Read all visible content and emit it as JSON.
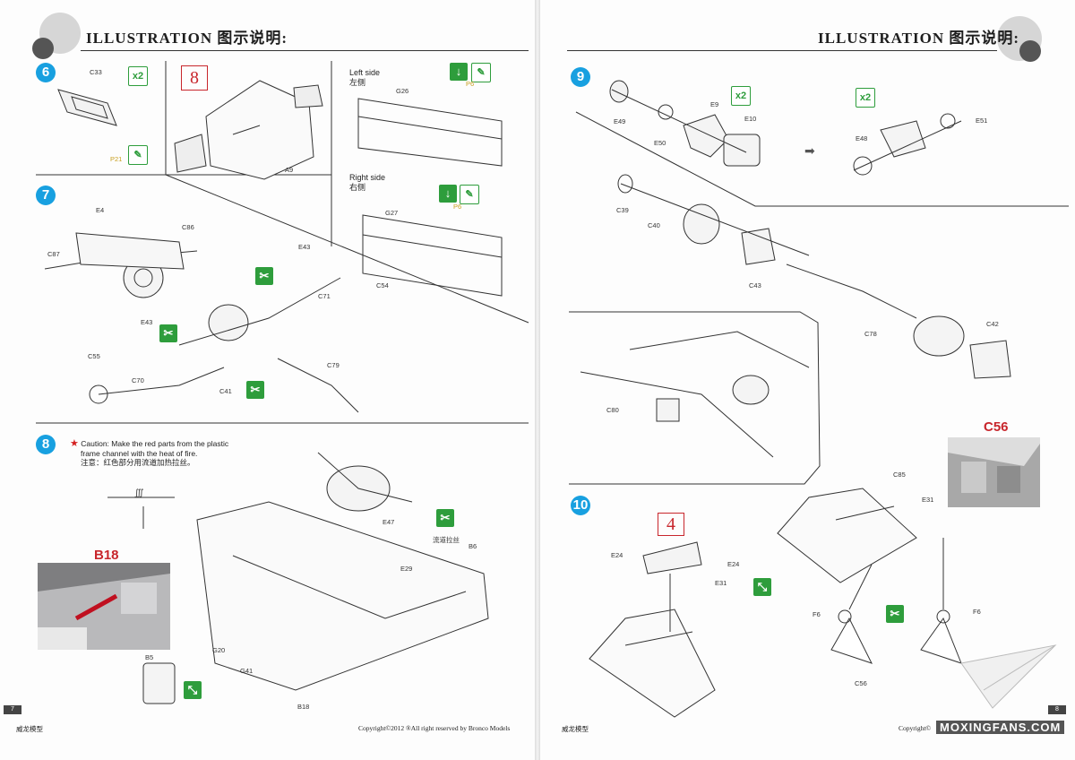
{
  "header": {
    "title": "ILLUSTRATION 图示说明:"
  },
  "steps": {
    "s6": "6",
    "s7": "7",
    "s8": "8",
    "s9": "9",
    "s10": "10"
  },
  "boxes": {
    "box8": "8",
    "box4": "4"
  },
  "tags": {
    "x2": "x2"
  },
  "sides": {
    "left_en": "Left side",
    "left_cn": "左侧",
    "right_en": "Right  side",
    "right_cn": "右侧"
  },
  "caution": {
    "line1": "Caution: Make the red parts from the plastic",
    "line2": "frame channel with the heat of fire.",
    "line3": "注意：红色部分用流道加热拉丝。"
  },
  "photo_labels": {
    "b18": "B18",
    "c56": "C56"
  },
  "flow_label": "流道拉丝",
  "parts_left": {
    "c33": "C33",
    "p21": "P21",
    "a9": "A9",
    "g26": "G26",
    "p6a": "P6",
    "g27": "G27",
    "p6b": "P6",
    "e4": "E4",
    "c86": "C86",
    "c87": "C87",
    "e43a": "E43",
    "c71": "C71",
    "c54": "C54",
    "e43b": "E43",
    "c55": "C55",
    "c70": "C70",
    "c41": "C41",
    "c79": "C79",
    "e47": "E47",
    "b6": "B6",
    "e29": "E29",
    "g20": "G20",
    "g41": "G41",
    "b18b": "B18",
    "b5": "B5"
  },
  "parts_right": {
    "e49": "E49",
    "e50": "E50",
    "e9": "E9",
    "e10": "E10",
    "e48": "E48",
    "e51": "E51",
    "c39": "C39",
    "c40": "C40",
    "c43": "C43",
    "c78": "C78",
    "c42": "C42",
    "c80": "C80",
    "e24a": "E24",
    "e24b": "E24",
    "e31a": "E31",
    "c85": "C85",
    "e31b": "E31",
    "f6a": "F6",
    "f6b": "F6",
    "c56b": "C56"
  },
  "footer": {
    "left_brand": "威龙模型",
    "left_copy": "Copyright©2012  ®All right reserved by Bronco Models",
    "right_brand": "威龙模型",
    "right_copy": "Copyright©",
    "page_left": "7",
    "page_right": "8",
    "watermark": "MOXINGFANS.COM"
  },
  "colors": {
    "step_blue": "#18a0e0",
    "box_red": "#c8262c",
    "tag_green": "#2e9d3c",
    "part_yellow": "#c9a020"
  }
}
